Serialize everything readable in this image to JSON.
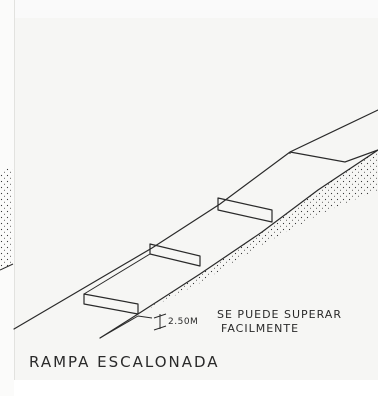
{
  "sketch": {
    "title": "RAMPA ESCALONADA",
    "step_height_label": "2.50M",
    "note_line_1": "SE PUEDE SUPERAR",
    "note_line_2": "FACILMENTE"
  },
  "colors": {
    "ink": "#2a2a2a",
    "paper": "#f6f6f4",
    "stipple": "#333333"
  }
}
